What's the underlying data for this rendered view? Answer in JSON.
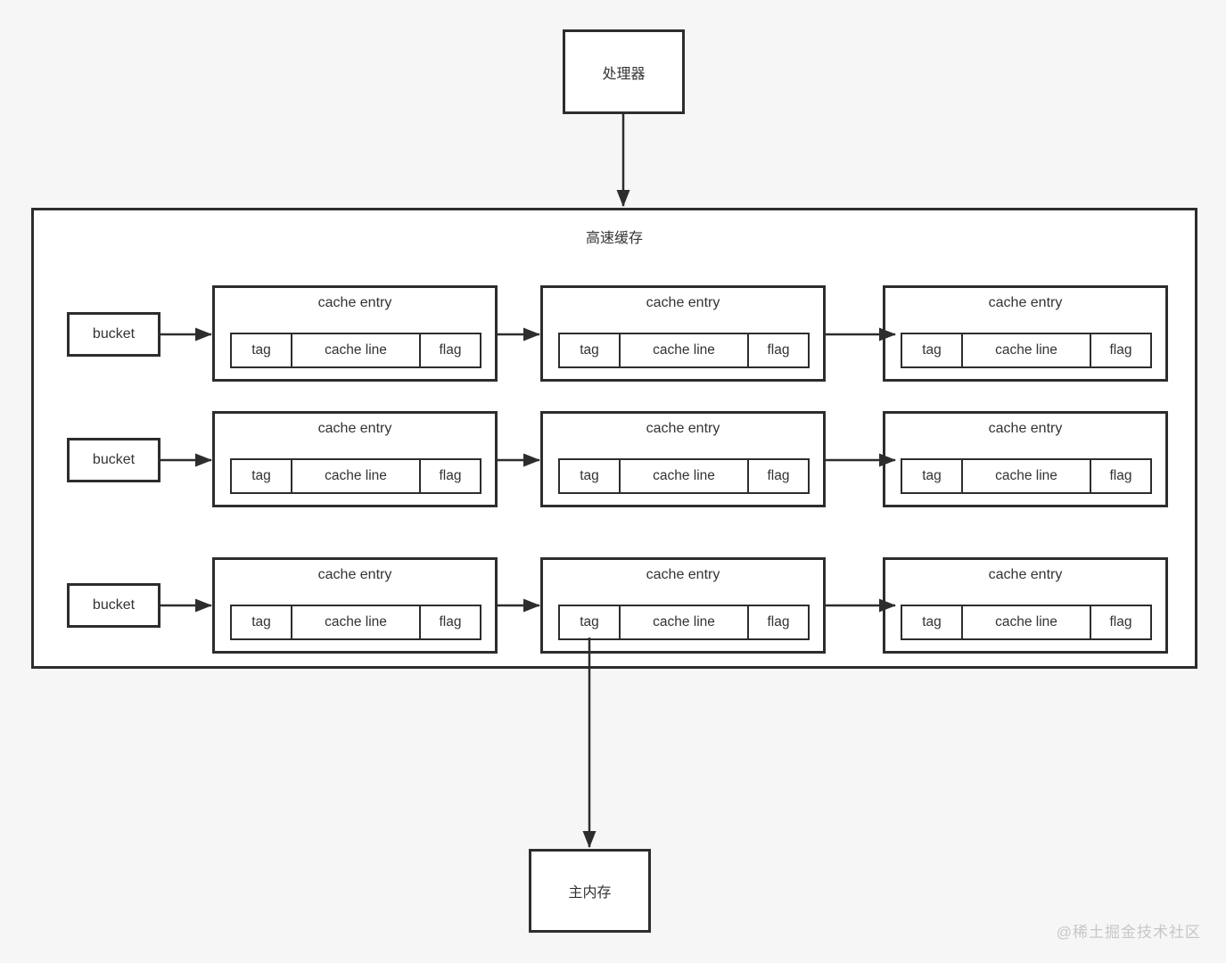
{
  "processor": {
    "label": "处理器"
  },
  "cache": {
    "title": "高速缓存",
    "rows": [
      {
        "bucket": "bucket",
        "entries": [
          {
            "title": "cache entry",
            "tag": "tag",
            "cache_line": "cache line",
            "flag": "flag"
          },
          {
            "title": "cache entry",
            "tag": "tag",
            "cache_line": "cache line",
            "flag": "flag"
          },
          {
            "title": "cache entry",
            "tag": "tag",
            "cache_line": "cache line",
            "flag": "flag"
          }
        ]
      },
      {
        "bucket": "bucket",
        "entries": [
          {
            "title": "cache entry",
            "tag": "tag",
            "cache_line": "cache line",
            "flag": "flag"
          },
          {
            "title": "cache entry",
            "tag": "tag",
            "cache_line": "cache line",
            "flag": "flag"
          },
          {
            "title": "cache entry",
            "tag": "tag",
            "cache_line": "cache line",
            "flag": "flag"
          }
        ]
      },
      {
        "bucket": "bucket",
        "entries": [
          {
            "title": "cache entry",
            "tag": "tag",
            "cache_line": "cache line",
            "flag": "flag"
          },
          {
            "title": "cache entry",
            "tag": "tag",
            "cache_line": "cache line",
            "flag": "flag"
          },
          {
            "title": "cache entry",
            "tag": "tag",
            "cache_line": "cache line",
            "flag": "flag"
          }
        ]
      }
    ]
  },
  "main_memory": {
    "label": "主内存"
  },
  "watermark": "@稀土掘金技术社区",
  "colors": {
    "line": "#2d2d2d",
    "text": "#333333",
    "background": "#f6f6f7",
    "box_fill": "#ffffff",
    "watermark": "#c7c7c7"
  }
}
